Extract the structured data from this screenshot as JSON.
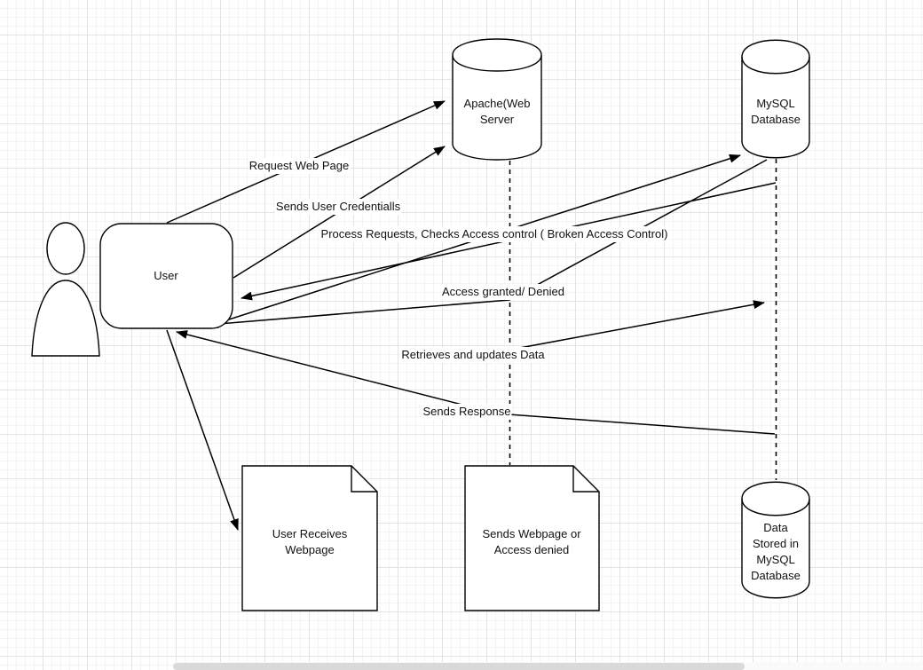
{
  "diagram": {
    "nodes": {
      "user": {
        "label": "User"
      },
      "apache": {
        "lines": [
          "Apache(Web",
          "Server"
        ]
      },
      "mysql": {
        "lines": [
          "MySQL",
          "Database"
        ]
      },
      "data_store": {
        "lines": [
          "Data",
          "Stored in",
          "MySQL",
          "Database"
        ]
      },
      "doc_user_receives": {
        "lines": [
          "User Receives",
          "Webpage"
        ]
      },
      "doc_sends_webpage": {
        "lines": [
          "Sends Webpage or",
          "Access denied"
        ]
      }
    },
    "edge_labels": {
      "request_web_page": "Request Web Page",
      "sends_user_credentials": "Sends User Credentialls",
      "process_requests": "Process Requests, Checks Access control ( Broken Access Control)",
      "access_granted": "Access granted/ Denied",
      "retrieves_updates": "Retrieves and updates Data",
      "sends_response": "Sends Response"
    },
    "colors": {
      "stroke": "#000000",
      "shape_fill": "#ffffff",
      "grid_minor": "#f4f4f4",
      "grid_major": "#e3e3e3",
      "scrollbar_thumb": "#d9d9d9"
    }
  }
}
